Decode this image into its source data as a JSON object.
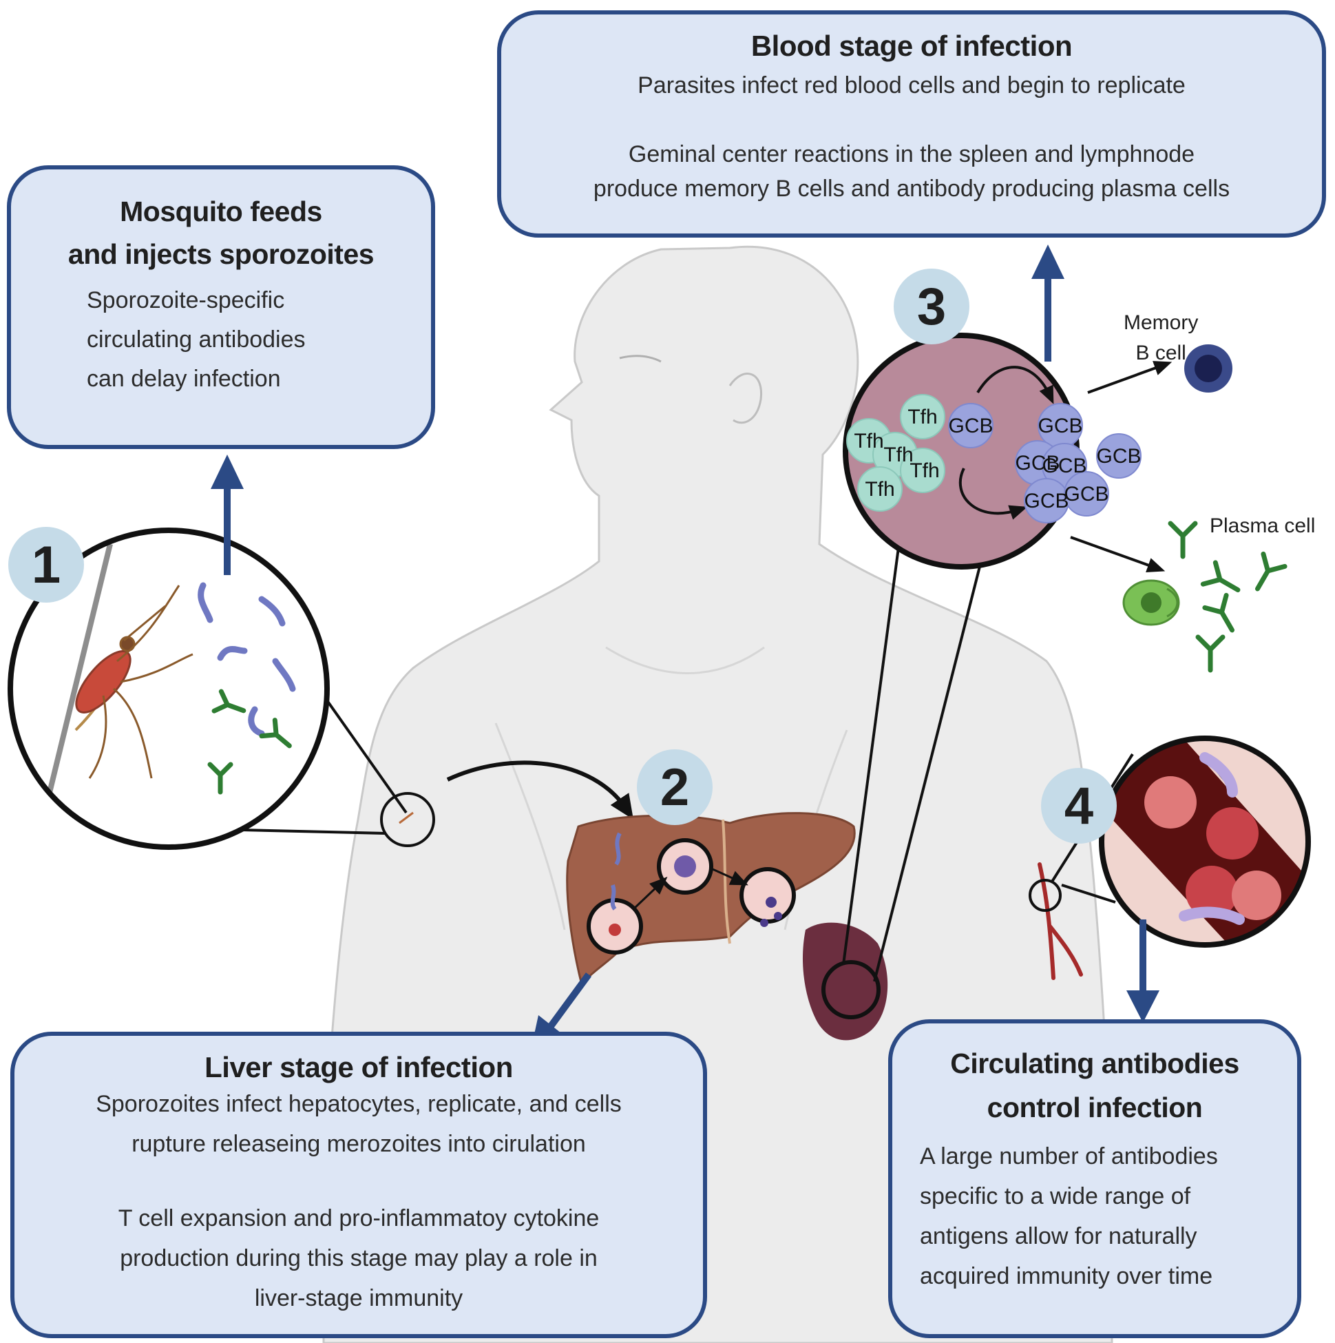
{
  "colors": {
    "box_fill": "#dde6f5",
    "box_border": "#2b4a85",
    "badge": "#c5dbe8",
    "lymph_node": "#b88a9a",
    "liver": "#a0604a",
    "antibody": "#2e7d32",
    "body_silhouette": "#ececec"
  },
  "boxes": {
    "mosquito": {
      "title_line1": "Mosquito feeds",
      "title_line2": "and injects sporozoites",
      "text_line1": "Sporozoite-specific",
      "text_line2": "circulating antibodies",
      "text_line3": "can delay infection"
    },
    "blood": {
      "title": "Blood stage of infection",
      "text_line1": "Parasites  infect red blood cells and begin to replicate",
      "text_line2": "Geminal center reactions in the spleen and lymphnode",
      "text_line3": "produce memory B cells and antibody producing plasma cells"
    },
    "liver": {
      "title": "Liver stage of infection",
      "text_line1": "Sporozoites infect hepatocytes, replicate, and cells",
      "text_line2": "rupture releaseing merozoites into cirulation",
      "text_line3": "T cell expansion and pro-inflammatoy cytokine",
      "text_line4": "production during this stage may play a role in",
      "text_line5": "liver-stage immunity"
    },
    "antibodies": {
      "title_line1": "Circulating antibodies",
      "title_line2": "control infection",
      "text_line1": "A large number of antibodies",
      "text_line2": "specific to a wide range of",
      "text_line3": "antigens allow for naturally",
      "text_line4": "acquired immunity over time"
    }
  },
  "badges": [
    "1",
    "2",
    "3",
    "4"
  ],
  "germinal_center": {
    "tfh_label": "Tfh",
    "gcb_label": "GCB",
    "memory_line1": "Memory",
    "memory_line2": "B cell",
    "plasma_label": "Plasma cell"
  }
}
